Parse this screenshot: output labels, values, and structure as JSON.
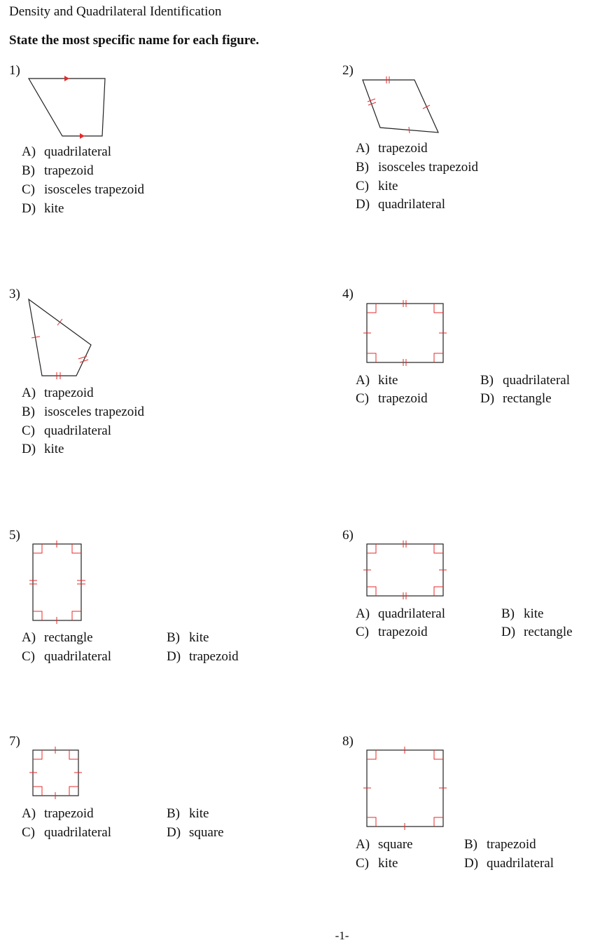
{
  "header": {
    "title": "Density and Quadrilateral Identification",
    "instructions": "State the most specific name for each figure."
  },
  "colors": {
    "outline": "#222222",
    "marks": "#e8282a"
  },
  "questions": [
    {
      "number": "1)",
      "figure": "trapezoid with parallel-arrow marks on top and bottom sides",
      "choices": [
        {
          "letter": "A)",
          "text": "quadrilateral"
        },
        {
          "letter": "B)",
          "text": "trapezoid"
        },
        {
          "letter": "C)",
          "text": "isosceles trapezoid"
        },
        {
          "letter": "D)",
          "text": "kite"
        }
      ]
    },
    {
      "number": "2)",
      "figure": "quadrilateral with two pairs of adjacent congruent sides (kite)",
      "choices": [
        {
          "letter": "A)",
          "text": "trapezoid"
        },
        {
          "letter": "B)",
          "text": "isosceles trapezoid"
        },
        {
          "letter": "C)",
          "text": "kite"
        },
        {
          "letter": "D)",
          "text": "quadrilateral"
        }
      ]
    },
    {
      "number": "3)",
      "figure": "quadrilateral with two pairs of adjacent congruent sides (kite)",
      "choices": [
        {
          "letter": "A)",
          "text": "trapezoid"
        },
        {
          "letter": "B)",
          "text": "isosceles trapezoid"
        },
        {
          "letter": "C)",
          "text": "quadrilateral"
        },
        {
          "letter": "D)",
          "text": "kite"
        }
      ]
    },
    {
      "number": "4)",
      "figure": "rectangle with right-angle marks and congruent opposite sides",
      "choices": [
        {
          "letter": "A)",
          "text": "kite"
        },
        {
          "letter": "B)",
          "text": "quadrilateral"
        },
        {
          "letter": "C)",
          "text": "trapezoid"
        },
        {
          "letter": "D)",
          "text": "rectangle"
        }
      ]
    },
    {
      "number": "5)",
      "figure": "tall rectangle with right-angle marks and congruent opposite sides",
      "choices": [
        {
          "letter": "A)",
          "text": "rectangle"
        },
        {
          "letter": "B)",
          "text": "kite"
        },
        {
          "letter": "C)",
          "text": "quadrilateral"
        },
        {
          "letter": "D)",
          "text": "trapezoid"
        }
      ]
    },
    {
      "number": "6)",
      "figure": "rectangle with right-angle marks and congruent opposite sides",
      "choices": [
        {
          "letter": "A)",
          "text": "quadrilateral"
        },
        {
          "letter": "B)",
          "text": "kite"
        },
        {
          "letter": "C)",
          "text": "trapezoid"
        },
        {
          "letter": "D)",
          "text": "rectangle"
        }
      ]
    },
    {
      "number": "7)",
      "figure": "small square with right-angle marks and four congruent sides",
      "choices": [
        {
          "letter": "A)",
          "text": "trapezoid"
        },
        {
          "letter": "B)",
          "text": "kite"
        },
        {
          "letter": "C)",
          "text": "quadrilateral"
        },
        {
          "letter": "D)",
          "text": "square"
        }
      ]
    },
    {
      "number": "8)",
      "figure": "square with right-angle marks and four congruent sides",
      "choices": [
        {
          "letter": "A)",
          "text": "square"
        },
        {
          "letter": "B)",
          "text": "trapezoid"
        },
        {
          "letter": "C)",
          "text": "kite"
        },
        {
          "letter": "D)",
          "text": "quadrilateral"
        }
      ]
    }
  ],
  "footer": {
    "page_number": "-1-"
  }
}
